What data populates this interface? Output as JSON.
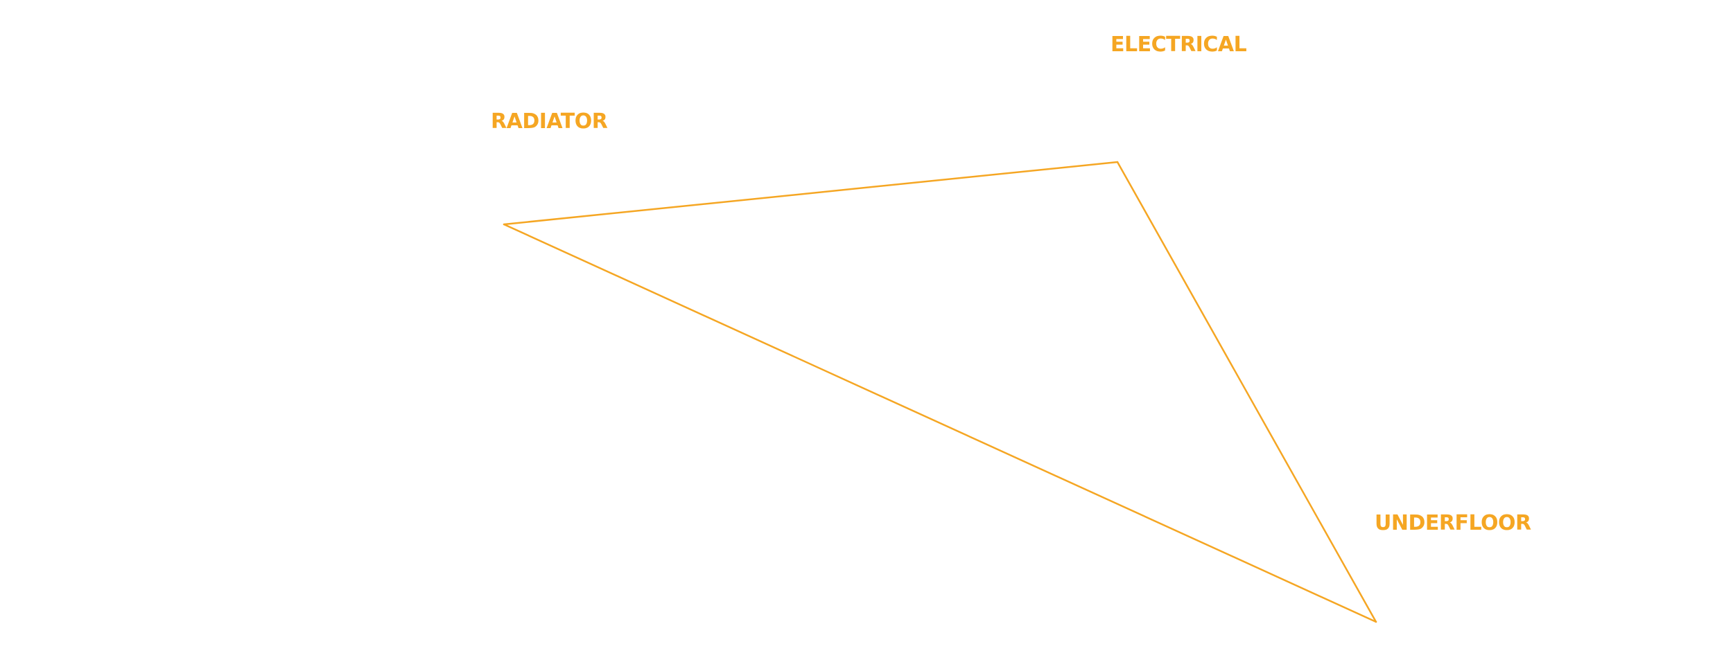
{
  "diagram": {
    "accent_color": "#F5A623",
    "nodes": [
      {
        "id": "electrical",
        "label": "ELECTRICAL"
      },
      {
        "id": "radiator",
        "label": "RADIATOR"
      },
      {
        "id": "underfloor",
        "label": "UNDERFLOOR"
      }
    ],
    "edges": [
      {
        "from": "radiator",
        "to": "electrical"
      },
      {
        "from": "electrical",
        "to": "underfloor"
      },
      {
        "from": "underfloor",
        "to": "radiator"
      }
    ]
  }
}
